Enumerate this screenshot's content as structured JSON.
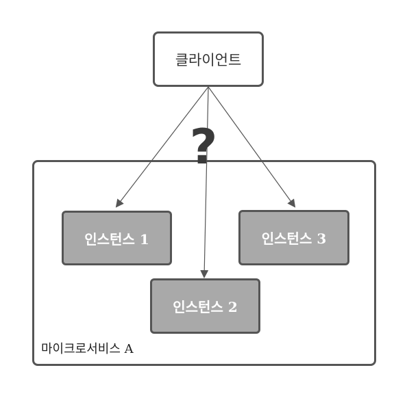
{
  "client": {
    "label": "클라이언트"
  },
  "microservice": {
    "label": "마이크로서비스 A"
  },
  "instances": [
    {
      "label": "인스턴스 1"
    },
    {
      "label": "인스턴스 2"
    },
    {
      "label": "인스턴스 3"
    }
  ],
  "annotation": {
    "symbol": "?"
  },
  "colors": {
    "instance_fill": "#a9a9a9",
    "border": "#555555",
    "arrow": "#555555",
    "question_mark": "#3a3a3a"
  }
}
